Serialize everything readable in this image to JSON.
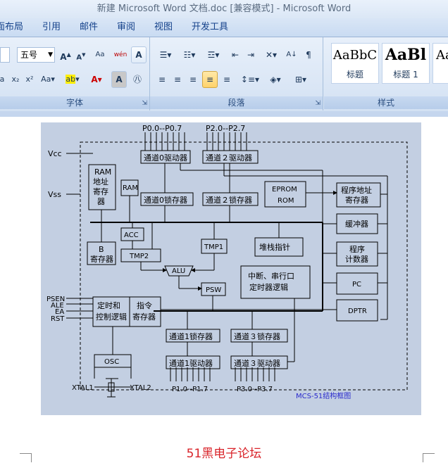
{
  "window": {
    "title": "新建 Microsoft Word 文档.doc [兼容模式] - Microsoft Word"
  },
  "ribbon_tabs": [
    "面布局",
    "引用",
    "邮件",
    "审阅",
    "视图",
    "开发工具"
  ],
  "font_group": {
    "label": "字体",
    "size": "五号"
  },
  "para_group": {
    "label": "段落"
  },
  "styles_group": {
    "label": "样式",
    "items": [
      {
        "preview": "AaBbC",
        "name": "标题"
      },
      {
        "preview": "AaBl",
        "name": "标题 1"
      },
      {
        "preview": "Aa",
        "name": ""
      }
    ]
  },
  "diagram": {
    "port0_pins": "P0.0--P0.7",
    "port2_pins": "P2.0--P2.7",
    "port1_pins": "P1.0--P1.7",
    "port3_pins": "P3.0--P3.7",
    "vcc": "Vcc",
    "vss": "Vss",
    "ch0_driver_top": "通道0驱动器",
    "ch2_driver_top": "通道２驱动器",
    "ram_addr": [
      "RAM",
      "地址",
      "寄存",
      "器"
    ],
    "ram": "RAM",
    "ch0_latch": "通道0锁存器",
    "ch2_latch": "通道２锁存器",
    "eprom": [
      "EPROM",
      "ROM"
    ],
    "prog_addr_reg": [
      "程序地址",
      "寄存器"
    ],
    "buffer": "缓冲器",
    "prog_counter": [
      "程序",
      "计数器"
    ],
    "pc": "PC",
    "dptr": "DPTR",
    "acc": "ACC",
    "tmp1": "TMP1",
    "tmp2": "TMP2",
    "stack_pointer": "堆栈指针",
    "b_reg": [
      "B",
      "寄存器"
    ],
    "alu": "ALU",
    "psw": "PSW",
    "interrupt": [
      "中断、串行口",
      "定时器逻辑"
    ],
    "timing": [
      "定时和",
      "控制逻辑"
    ],
    "instr_reg": [
      "指令",
      "寄存器"
    ],
    "control_pins": [
      "PSEN",
      "ALE",
      "EA",
      "RST"
    ],
    "ch1_latch": "通道1锁存器",
    "ch3_latch": "通道３锁存器",
    "ch1_driver": "通道1驱动器",
    "ch3_driver": "通道３驱动器",
    "osc": "OSC",
    "xtal1": "XTAL1",
    "xtal2": "XTAL2",
    "caption": "MCS-51结构框图"
  },
  "footer_text": "51黑电子论坛"
}
